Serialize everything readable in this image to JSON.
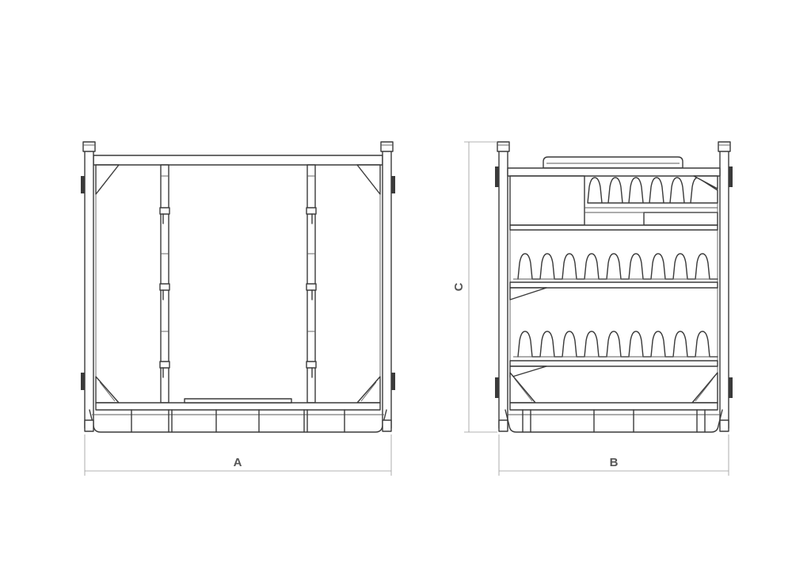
{
  "dimensions": {
    "width_label": "A",
    "depth_label": "B",
    "height_label": "C"
  },
  "colors": {
    "line": "#3a3a3a",
    "dimension_line": "#9a9a9a",
    "background": "#ffffff"
  }
}
